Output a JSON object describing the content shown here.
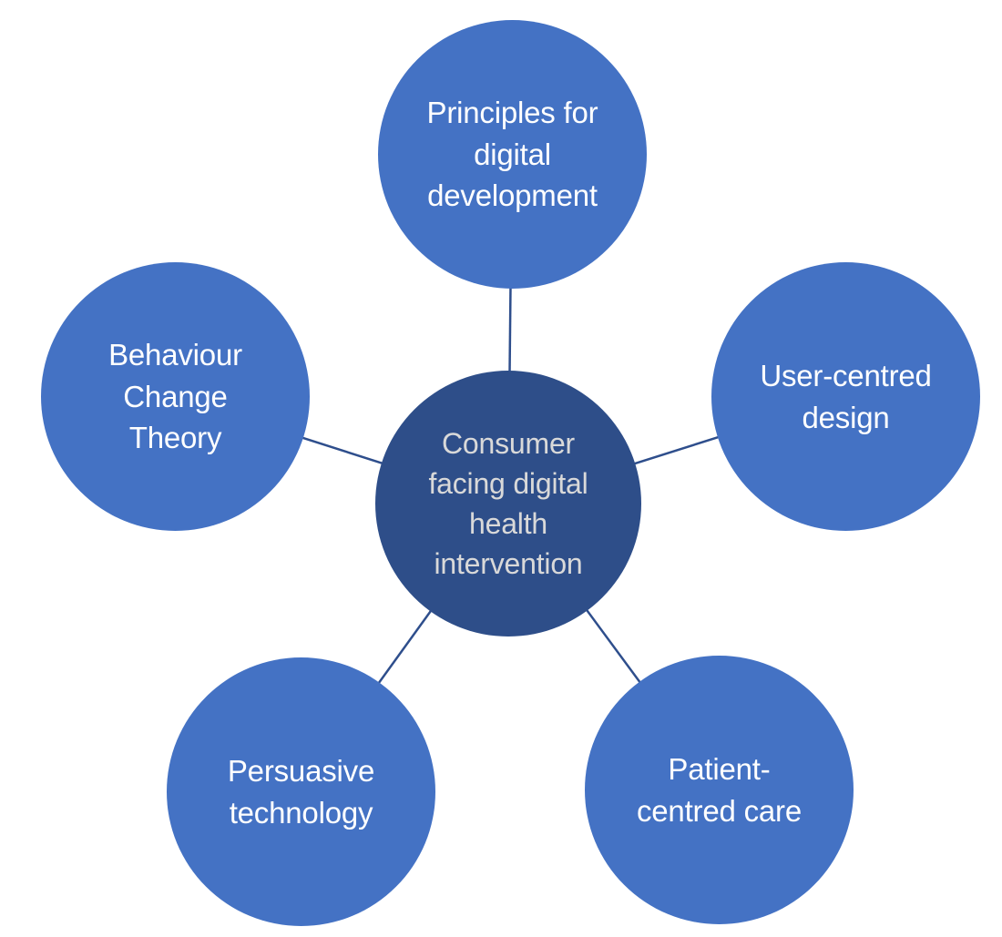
{
  "diagram": {
    "background_color": "#ffffff",
    "connector_color": "#2E4E8C",
    "center": {
      "label": "Consumer\nfacing digital\nhealth\nintervention",
      "fill": "#2E4E89",
      "text_color": "#D9D9D9"
    },
    "node_fill": "#4472C4",
    "node_text_color": "#FFFFFF",
    "nodes": [
      {
        "id": "principles-for-digital-development",
        "position": "top",
        "label": "Principles for\ndigital\ndevelopment"
      },
      {
        "id": "behaviour-change-theory",
        "position": "left",
        "label": "Behaviour\nChange\nTheory"
      },
      {
        "id": "user-centred-design",
        "position": "right",
        "label": "User-centred\ndesign"
      },
      {
        "id": "persuasive-technology",
        "position": "bottom-left",
        "label": "Persuasive\ntechnology"
      },
      {
        "id": "patient-centred-care",
        "position": "bottom-right",
        "label": "Patient-\ncentred care"
      }
    ]
  }
}
